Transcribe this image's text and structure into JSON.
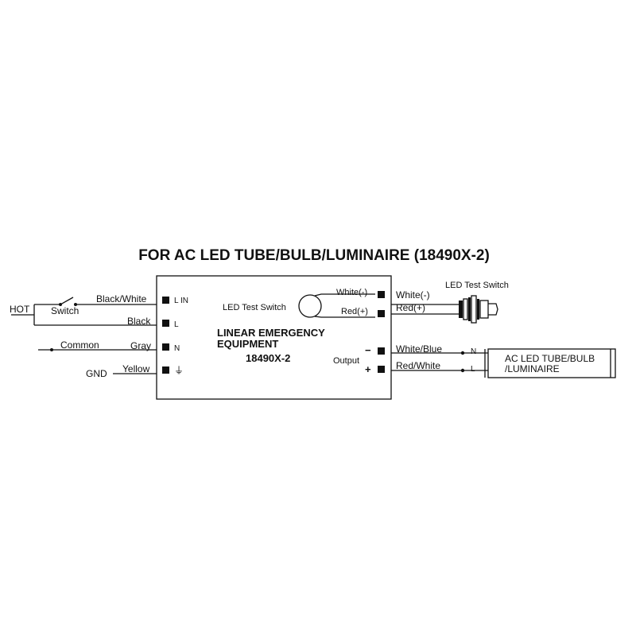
{
  "diagram": {
    "title": "FOR AC LED TUBE/BULB/LUMINAIRE (18490X-2)",
    "module": {
      "name_line1": "LINEAR EMERGENCY",
      "name_line2": "EQUIPMENT",
      "model": "18490X-2",
      "test_switch_label": "LED Test Switch",
      "output_label": "Output",
      "output_minus": "−",
      "output_plus": "+",
      "pins": {
        "lin": "L IN",
        "l": "L",
        "n": "N",
        "gnd": "⏚"
      },
      "right_pins": {
        "white_neg": "White(-)",
        "red_pos": "Red(+)"
      }
    },
    "left_wires": {
      "hot": "HOT",
      "switch": "Switch",
      "black_white": "Black/White",
      "black": "Black",
      "common": "Common",
      "gray": "Gray",
      "gnd": "GND",
      "yellow": "Yellow"
    },
    "right_wires": {
      "white_neg": "White(-)",
      "red_pos": "Red(+)",
      "white_blue": "White/Blue",
      "red_white": "Red/White",
      "n": "N",
      "l": "L"
    },
    "remote_switch_label": "LED Test Switch",
    "load": {
      "line1": "AC LED TUBE/BULB",
      "line2": "/LUMINAIRE"
    }
  }
}
